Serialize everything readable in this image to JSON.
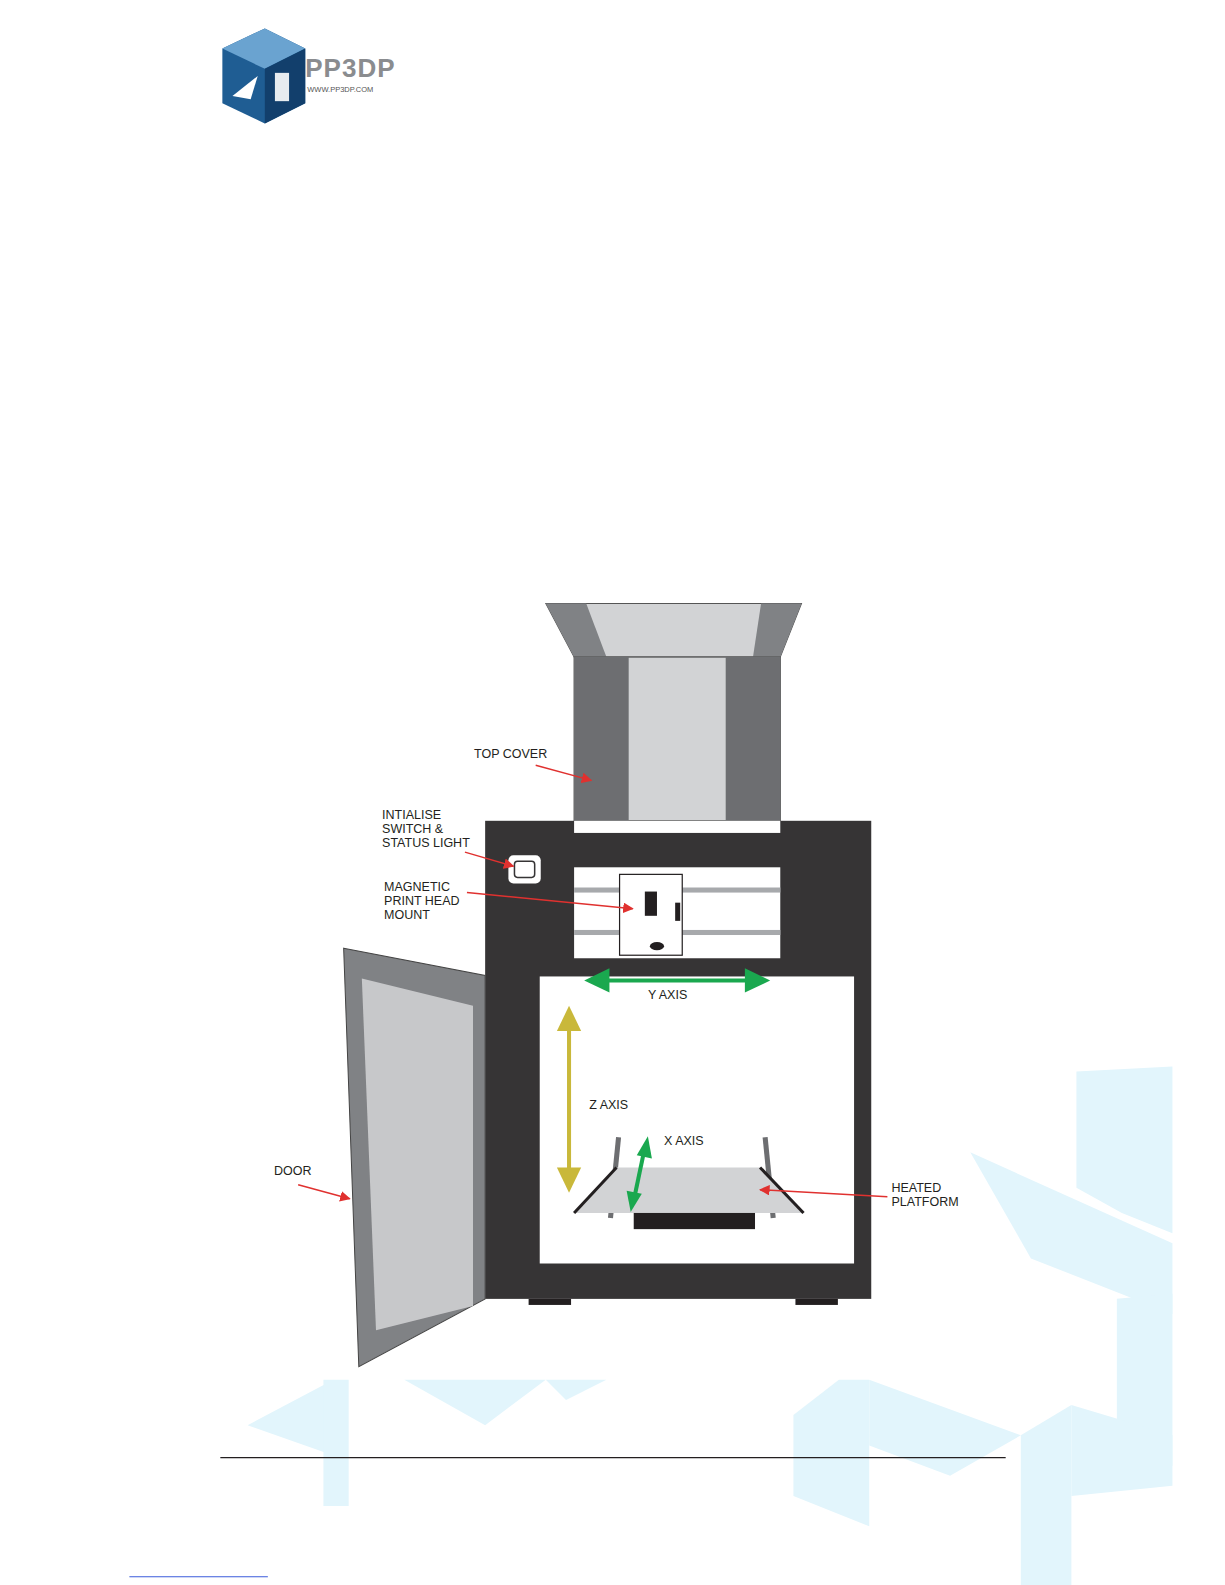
{
  "diagram": {
    "labels": [
      "PP3DP",
      "WWW.PP3DP.COM",
      "TOP COVER",
      "INTIALISE SWITCH & STATUS LIGHT",
      "MAGNETIC PRINT HEAD MOUNT",
      "Y AXIS",
      "Z AXIS",
      "X AXIS",
      "DOOR",
      "HEATED PLATFORM"
    ]
  }
}
